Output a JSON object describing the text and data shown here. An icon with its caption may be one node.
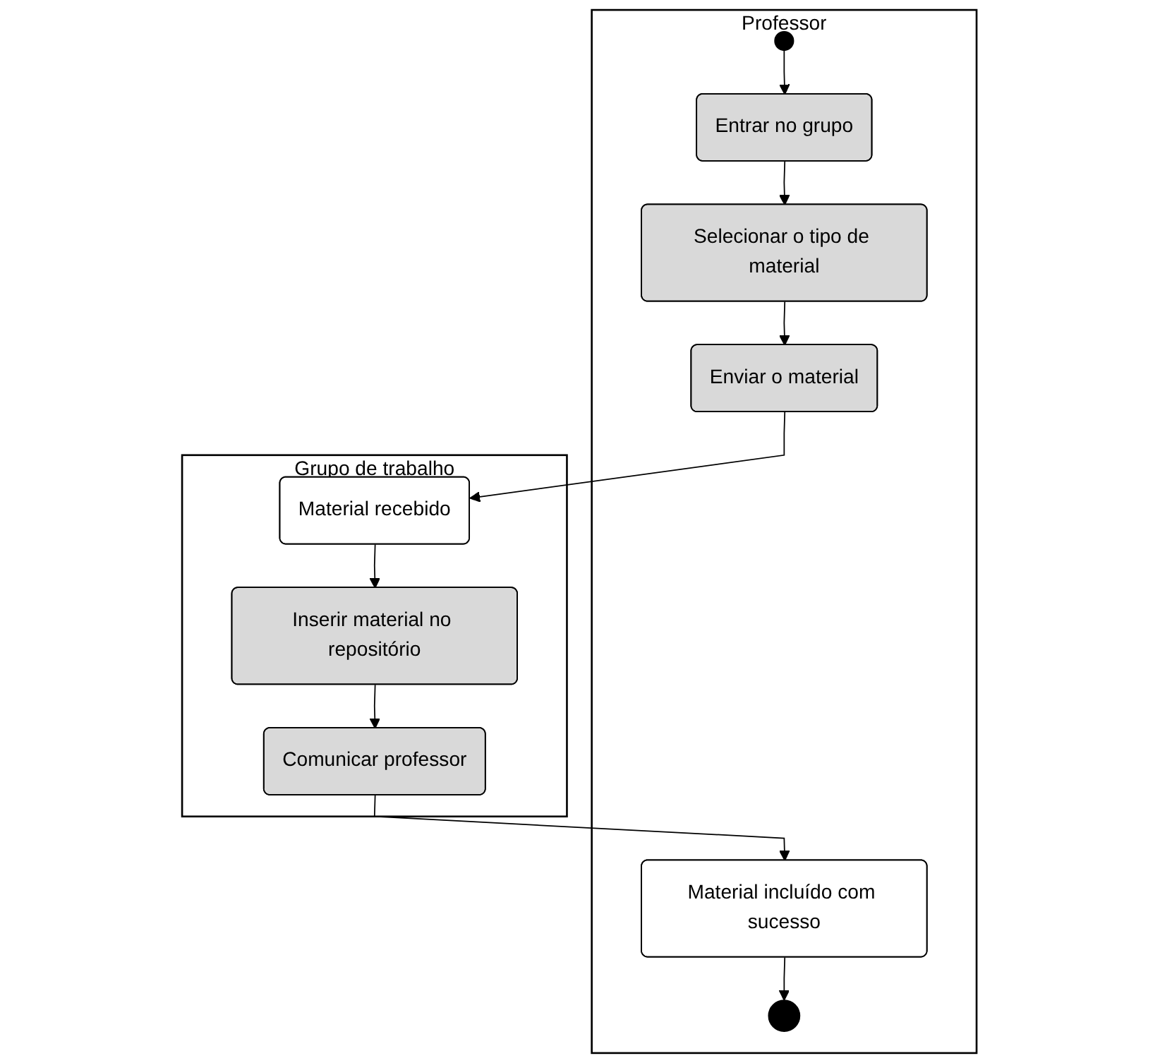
{
  "diagram": {
    "nodes": [
      {
        "text": [
          "Professor"
        ]
      },
      {
        "text": [
          "Grupo de trabalho"
        ]
      },
      {
        "text": [],
        "shape": "circle",
        "in": 0
      },
      {
        "text": [
          "Entrar no grupo"
        ],
        "in": 0
      },
      {
        "text": [
          "Selecionar o tipo de material"
        ],
        "in": 0
      },
      {
        "text": [
          "Enviar o material"
        ],
        "in": 0
      },
      {
        "text": [
          "Material recebido"
        ],
        "in": 1
      },
      {
        "text": [
          "Inserir material no repositório"
        ],
        "in": 1
      },
      {
        "text": [
          "Comunicar professor"
        ],
        "in": 1
      },
      {
        "text": [
          "Material incluído com sucesso"
        ],
        "in": 0
      },
      {
        "text": [],
        "shape": "circle",
        "in": 0
      }
    ],
    "edges": [
      {
        "from": 2,
        "to": 3,
        "arrow": "to"
      },
      {
        "from": 3,
        "to": 4,
        "arrow": "to"
      },
      {
        "from": 4,
        "to": 5,
        "arrow": "to"
      },
      {
        "from": 5,
        "to": 6,
        "arrow": "to"
      },
      {
        "from": 6,
        "to": 7,
        "arrow": "to"
      },
      {
        "from": 7,
        "to": 8,
        "arrow": "to"
      },
      {
        "from": 8,
        "to": 9,
        "arrow": "to"
      },
      {
        "from": 9,
        "to": 10,
        "arrow": "to"
      }
    ]
  }
}
